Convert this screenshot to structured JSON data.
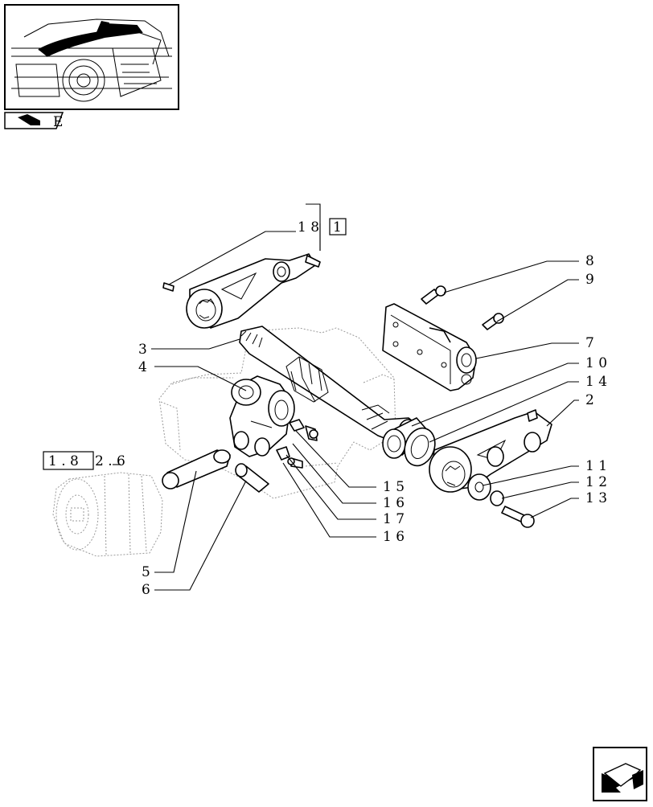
{
  "diagram": {
    "callouts": {
      "c18": "1 8",
      "c18_ref": "1",
      "c3": "3",
      "c4": "4",
      "c8": "8",
      "c9": "9",
      "c7": "7",
      "c10": "1 0",
      "c14": "1 4",
      "c2": "2",
      "c11": "1 1",
      "c12": "1 2",
      "c13": "1 3",
      "c15": "1 5",
      "c16a": "1 6",
      "c17": "1 7",
      "c16b": "1 6",
      "c5": "5",
      "c6": "6",
      "ref_box": "1 . 8",
      "ref_suffix": "2 . 6"
    },
    "nav": {
      "tab_letter": "E",
      "next_icon": "next-page-arrow-icon",
      "book_icon": "book-icon"
    },
    "colors": {
      "ink": "#000000",
      "ghost": "#9a9a9a",
      "paper": "#ffffff"
    }
  }
}
